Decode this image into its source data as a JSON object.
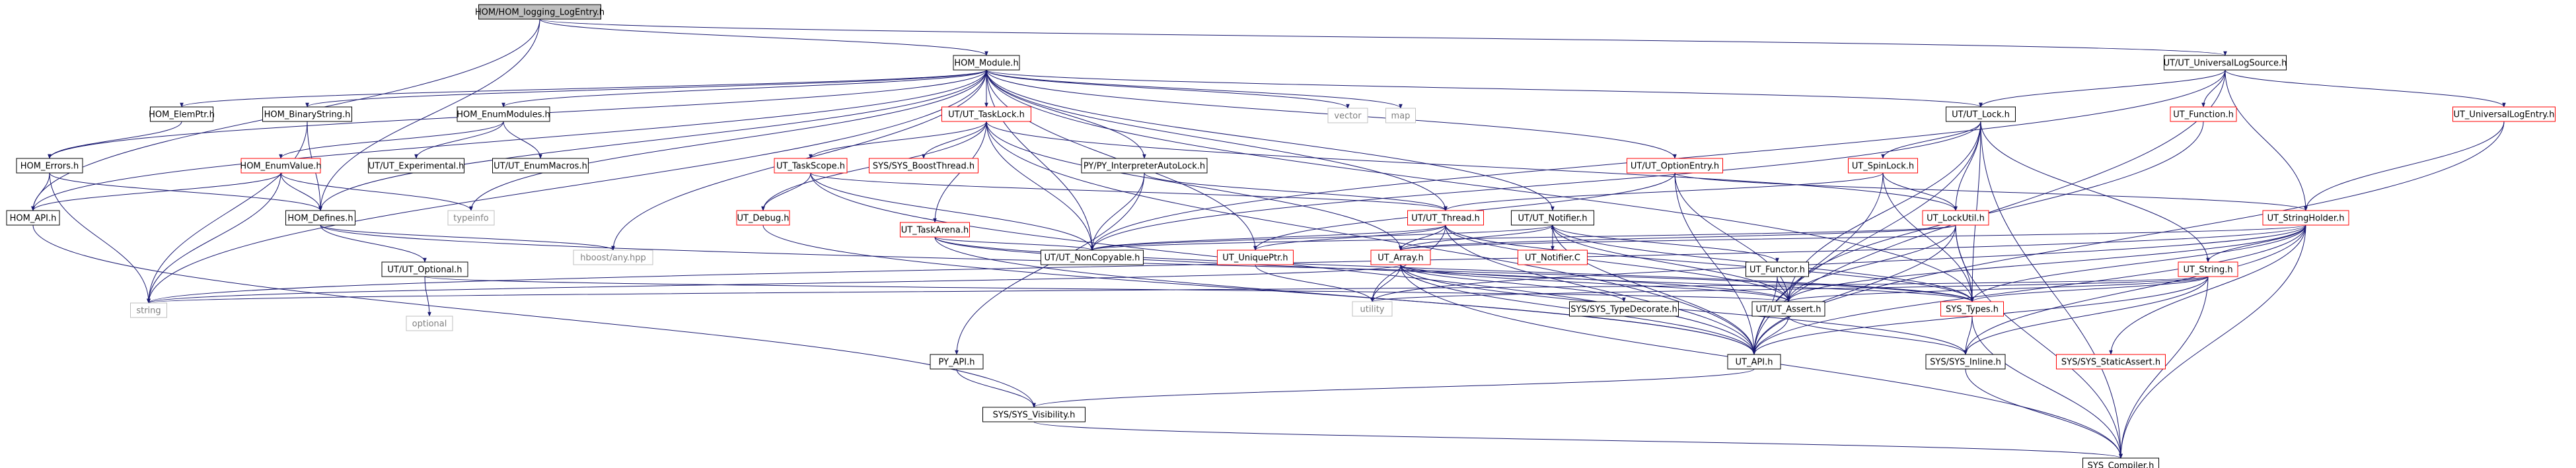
{
  "colors": {
    "edge": "#191970",
    "node_border_black": "#000000",
    "node_border_red": "#ff0000",
    "node_border_gray": "#bfbfbf",
    "root_fill": "#bfbfbf",
    "node_fill": "#ffffff",
    "text_black": "#000000",
    "text_gray": "#808080"
  },
  "nodes": [
    {
      "id": "hom_logging_logentry",
      "label": "HOM/HOM_logging_LogEntry.h",
      "style": "root"
    },
    {
      "id": "hom_module",
      "label": "HOM_Module.h",
      "style": "normal"
    },
    {
      "id": "ut_universallogsource",
      "label": "UT/UT_UniversalLogSource.h",
      "style": "normal"
    },
    {
      "id": "hom_elemptr",
      "label": "HOM_ElemPtr.h",
      "style": "normal"
    },
    {
      "id": "hom_binarystring",
      "label": "HOM_BinaryString.h",
      "style": "normal"
    },
    {
      "id": "hom_enummodules",
      "label": "HOM_EnumModules.h",
      "style": "normal"
    },
    {
      "id": "ut_tasklock",
      "label": "UT/UT_TaskLock.h",
      "style": "red"
    },
    {
      "id": "vector",
      "label": "vector",
      "style": "gray"
    },
    {
      "id": "map",
      "label": "map",
      "style": "gray"
    },
    {
      "id": "ut_lock",
      "label": "UT/UT_Lock.h",
      "style": "normal"
    },
    {
      "id": "ut_function",
      "label": "UT_Function.h",
      "style": "red"
    },
    {
      "id": "ut_universallogentry",
      "label": "UT_UniversalLogEntry.h",
      "style": "red"
    },
    {
      "id": "hom_errors",
      "label": "HOM_Errors.h",
      "style": "normal"
    },
    {
      "id": "hom_enumvalue",
      "label": "HOM_EnumValue.h",
      "style": "red"
    },
    {
      "id": "ut_experimental",
      "label": "UT/UT_Experimental.h",
      "style": "normal"
    },
    {
      "id": "ut_enummacros",
      "label": "UT/UT_EnumMacros.h",
      "style": "normal"
    },
    {
      "id": "ut_taskscope",
      "label": "UT_TaskScope.h",
      "style": "red"
    },
    {
      "id": "sys_boostthread",
      "label": "SYS/SYS_BoostThread.h",
      "style": "red"
    },
    {
      "id": "py_interpreterautolock",
      "label": "PY/PY_InterpreterAutoLock.h",
      "style": "normal"
    },
    {
      "id": "ut_optionentry",
      "label": "UT/UT_OptionEntry.h",
      "style": "red"
    },
    {
      "id": "ut_spinlock",
      "label": "UT_SpinLock.h",
      "style": "red"
    },
    {
      "id": "hom_api",
      "label": "HOM_API.h",
      "style": "normal"
    },
    {
      "id": "hom_defines",
      "label": "HOM_Defines.h",
      "style": "normal"
    },
    {
      "id": "typeinfo",
      "label": "typeinfo",
      "style": "gray"
    },
    {
      "id": "ut_debug",
      "label": "UT_Debug.h",
      "style": "red"
    },
    {
      "id": "ut_thread",
      "label": "UT/UT_Thread.h",
      "style": "red"
    },
    {
      "id": "ut_notifier",
      "label": "UT/UT_Notifier.h",
      "style": "normal"
    },
    {
      "id": "ut_lockutil",
      "label": "UT_LockUtil.h",
      "style": "red"
    },
    {
      "id": "ut_stringholder",
      "label": "UT_StringHolder.h",
      "style": "red"
    },
    {
      "id": "ut_taskarena",
      "label": "UT_TaskArena.h",
      "style": "red"
    },
    {
      "id": "hboost_any",
      "label": "hboost/any.hpp",
      "style": "gray"
    },
    {
      "id": "ut_optional",
      "label": "UT/UT_Optional.h",
      "style": "normal"
    },
    {
      "id": "ut_noncopyable",
      "label": "UT/UT_NonCopyable.h",
      "style": "normal"
    },
    {
      "id": "ut_uniqueptr",
      "label": "UT_UniquePtr.h",
      "style": "red"
    },
    {
      "id": "ut_array",
      "label": "UT_Array.h",
      "style": "red"
    },
    {
      "id": "ut_notifier_c",
      "label": "UT_Notifier.C",
      "style": "red"
    },
    {
      "id": "ut_functor",
      "label": "UT_Functor.h",
      "style": "normal"
    },
    {
      "id": "ut_string",
      "label": "UT_String.h",
      "style": "red"
    },
    {
      "id": "string",
      "label": "string",
      "style": "gray"
    },
    {
      "id": "optional",
      "label": "optional",
      "style": "gray"
    },
    {
      "id": "utility",
      "label": "utility",
      "style": "gray"
    },
    {
      "id": "sys_typedecorate",
      "label": "SYS/SYS_TypeDecorate.h",
      "style": "normal"
    },
    {
      "id": "ut_assert",
      "label": "UT/UT_Assert.h",
      "style": "normal"
    },
    {
      "id": "sys_types",
      "label": "SYS_Types.h",
      "style": "red"
    },
    {
      "id": "py_api",
      "label": "PY_API.h",
      "style": "normal"
    },
    {
      "id": "ut_api",
      "label": "UT_API.h",
      "style": "normal"
    },
    {
      "id": "sys_inline",
      "label": "SYS/SYS_Inline.h",
      "style": "normal"
    },
    {
      "id": "sys_staticassert",
      "label": "SYS/SYS_StaticAssert.h",
      "style": "red"
    },
    {
      "id": "sys_visibility",
      "label": "SYS/SYS_Visibility.h",
      "style": "normal"
    },
    {
      "id": "sys_compiler",
      "label": "SYS_Compiler.h",
      "style": "normal"
    }
  ],
  "edges": [
    [
      "hom_logging_logentry",
      "hom_module"
    ],
    [
      "hom_logging_logentry",
      "ut_universallogsource"
    ],
    [
      "hom_logging_logentry",
      "hom_api"
    ],
    [
      "hom_logging_logentry",
      "hom_defines"
    ],
    [
      "hom_module",
      "hom_elemptr"
    ],
    [
      "hom_module",
      "hom_binarystring"
    ],
    [
      "hom_module",
      "hom_enummodules"
    ],
    [
      "hom_module",
      "ut_tasklock"
    ],
    [
      "hom_module",
      "vector"
    ],
    [
      "hom_module",
      "map"
    ],
    [
      "hom_module",
      "ut_lock"
    ],
    [
      "hom_module",
      "hom_errors"
    ],
    [
      "hom_module",
      "hom_api"
    ],
    [
      "hom_module",
      "hom_defines"
    ],
    [
      "hom_module",
      "typeinfo"
    ],
    [
      "hom_module",
      "py_interpreterautolock"
    ],
    [
      "hom_module",
      "ut_optionentry"
    ],
    [
      "hom_module",
      "ut_thread"
    ],
    [
      "hom_module",
      "ut_notifier"
    ],
    [
      "hom_module",
      "hboost_any"
    ],
    [
      "hom_module",
      "ut_noncopyable"
    ],
    [
      "hom_module",
      "ut_uniqueptr"
    ],
    [
      "hom_module",
      "sys_types"
    ],
    [
      "hom_module",
      "string"
    ],
    [
      "ut_universallogsource",
      "ut_lock"
    ],
    [
      "ut_universallogsource",
      "ut_function"
    ],
    [
      "ut_universallogsource",
      "ut_universallogentry"
    ],
    [
      "ut_universallogsource",
      "ut_stringholder"
    ],
    [
      "ut_universallogsource",
      "ut_noncopyable"
    ],
    [
      "ut_universallogsource",
      "ut_api"
    ],
    [
      "hom_elemptr",
      "hom_errors"
    ],
    [
      "hom_binarystring",
      "string"
    ],
    [
      "hom_binarystring",
      "hom_defines"
    ],
    [
      "hom_enummodules",
      "hom_enumvalue"
    ],
    [
      "hom_enummodules",
      "ut_experimental"
    ],
    [
      "hom_enummodules",
      "ut_enummacros"
    ],
    [
      "hom_errors",
      "hom_api"
    ],
    [
      "hom_errors",
      "hom_defines"
    ],
    [
      "hom_errors",
      "string"
    ],
    [
      "hom_enumvalue",
      "hom_api"
    ],
    [
      "hom_enumvalue",
      "hom_defines"
    ],
    [
      "hom_enumvalue",
      "typeinfo"
    ],
    [
      "hom_enumvalue",
      "string"
    ],
    [
      "ut_tasklock",
      "ut_taskscope"
    ],
    [
      "ut_tasklock",
      "sys_boostthread"
    ],
    [
      "ut_tasklock",
      "ut_taskarena"
    ],
    [
      "ut_tasklock",
      "ut_debug"
    ],
    [
      "ut_tasklock",
      "ut_noncopyable"
    ],
    [
      "ut_tasklock",
      "ut_array"
    ],
    [
      "ut_tasklock",
      "ut_lockutil"
    ],
    [
      "ut_tasklock",
      "ut_api"
    ],
    [
      "ut_lock",
      "ut_spinlock"
    ],
    [
      "ut_lock",
      "ut_lockutil"
    ],
    [
      "ut_lock",
      "ut_noncopyable"
    ],
    [
      "ut_lock",
      "sys_types"
    ],
    [
      "ut_lock",
      "ut_assert"
    ],
    [
      "ut_lock",
      "ut_api"
    ],
    [
      "ut_lock",
      "ut_string"
    ],
    [
      "ut_lock",
      "sys_compiler"
    ],
    [
      "ut_function",
      "ut_assert"
    ],
    [
      "ut_universallogentry",
      "ut_stringholder"
    ],
    [
      "ut_universallogentry",
      "ut_api"
    ],
    [
      "ut_taskscope",
      "ut_debug"
    ],
    [
      "ut_taskscope",
      "ut_noncopyable"
    ],
    [
      "ut_taskscope",
      "ut_thread"
    ],
    [
      "ut_taskscope",
      "ut_api"
    ],
    [
      "py_interpreterautolock",
      "ut_thread"
    ],
    [
      "py_interpreterautolock",
      "py_api"
    ],
    [
      "py_interpreterautolock",
      "ut_noncopyable"
    ],
    [
      "ut_optionentry",
      "ut_stringholder"
    ],
    [
      "ut_optionentry",
      "ut_uniqueptr"
    ],
    [
      "ut_optionentry",
      "ut_assert"
    ],
    [
      "ut_optionentry",
      "ut_api"
    ],
    [
      "ut_spinlock",
      "ut_thread"
    ],
    [
      "ut_spinlock",
      "ut_lockutil"
    ],
    [
      "ut_spinlock",
      "sys_types"
    ],
    [
      "ut_spinlock",
      "ut_api"
    ],
    [
      "hom_api",
      "sys_visibility"
    ],
    [
      "hom_defines",
      "hboost_any"
    ],
    [
      "hom_defines",
      "ut_optional"
    ],
    [
      "hom_defines",
      "sys_types"
    ],
    [
      "ut_debug",
      "ut_api"
    ],
    [
      "ut_thread",
      "ut_array"
    ],
    [
      "ut_thread",
      "ut_noncopyable"
    ],
    [
      "ut_thread",
      "ut_uniqueptr"
    ],
    [
      "ut_thread",
      "sys_types"
    ],
    [
      "ut_thread",
      "ut_assert"
    ],
    [
      "ut_thread",
      "ut_api"
    ],
    [
      "ut_thread",
      "utility"
    ],
    [
      "ut_notifier",
      "ut_array"
    ],
    [
      "ut_notifier",
      "ut_notifier_c"
    ],
    [
      "ut_notifier",
      "ut_functor"
    ],
    [
      "ut_notifier",
      "ut_noncopyable"
    ],
    [
      "ut_notifier",
      "ut_assert"
    ],
    [
      "ut_notifier",
      "ut_api"
    ],
    [
      "ut_notifier",
      "sys_types"
    ],
    [
      "ut_notifier_c",
      "ut_notifier"
    ],
    [
      "ut_lockutil",
      "ut_array"
    ],
    [
      "ut_lockutil",
      "ut_noncopyable"
    ],
    [
      "ut_lockutil",
      "ut_assert"
    ],
    [
      "ut_lockutil",
      "ut_api"
    ],
    [
      "ut_lockutil",
      "sys_types"
    ],
    [
      "ut_lockutil",
      "sys_compiler"
    ],
    [
      "ut_stringholder",
      "ut_array"
    ],
    [
      "ut_stringholder",
      "ut_string"
    ],
    [
      "ut_stringholder",
      "ut_assert"
    ],
    [
      "ut_stringholder",
      "sys_types"
    ],
    [
      "ut_stringholder",
      "ut_api"
    ],
    [
      "ut_stringholder",
      "sys_inline"
    ],
    [
      "ut_stringholder",
      "sys_staticassert"
    ],
    [
      "ut_stringholder",
      "sys_compiler"
    ],
    [
      "ut_stringholder",
      "utility"
    ],
    [
      "ut_stringholder",
      "string"
    ],
    [
      "ut_taskarena",
      "ut_noncopyable"
    ],
    [
      "ut_taskarena",
      "ut_assert"
    ],
    [
      "ut_taskarena",
      "ut_api"
    ],
    [
      "ut_taskarena",
      "sys_types"
    ],
    [
      "ut_optional",
      "optional"
    ],
    [
      "ut_optional",
      "ut_assert"
    ],
    [
      "ut_uniqueptr",
      "utility"
    ],
    [
      "ut_array",
      "ut_assert"
    ],
    [
      "ut_array",
      "ut_api"
    ],
    [
      "ut_array",
      "sys_types"
    ],
    [
      "ut_array",
      "sys_typedecorate"
    ],
    [
      "ut_array",
      "sys_inline"
    ],
    [
      "ut_array",
      "sys_compiler"
    ],
    [
      "ut_array",
      "utility"
    ],
    [
      "ut_array",
      "string"
    ],
    [
      "ut_functor",
      "ut_assert"
    ],
    [
      "ut_functor",
      "ut_api"
    ],
    [
      "ut_string",
      "ut_assert"
    ],
    [
      "ut_string",
      "ut_api"
    ],
    [
      "ut_string",
      "sys_types"
    ],
    [
      "ut_string",
      "sys_inline"
    ],
    [
      "ut_string",
      "sys_compiler"
    ],
    [
      "ut_string",
      "utility"
    ],
    [
      "ut_string",
      "string"
    ],
    [
      "ut_assert",
      "ut_api"
    ],
    [
      "ut_assert",
      "sys_inline"
    ],
    [
      "py_api",
      "sys_visibility"
    ],
    [
      "ut_api",
      "sys_visibility"
    ],
    [
      "sys_inline",
      "sys_compiler"
    ],
    [
      "sys_types",
      "sys_inline"
    ],
    [
      "sys_types",
      "sys_compiler"
    ],
    [
      "sys_visibility",
      "sys_compiler"
    ]
  ]
}
